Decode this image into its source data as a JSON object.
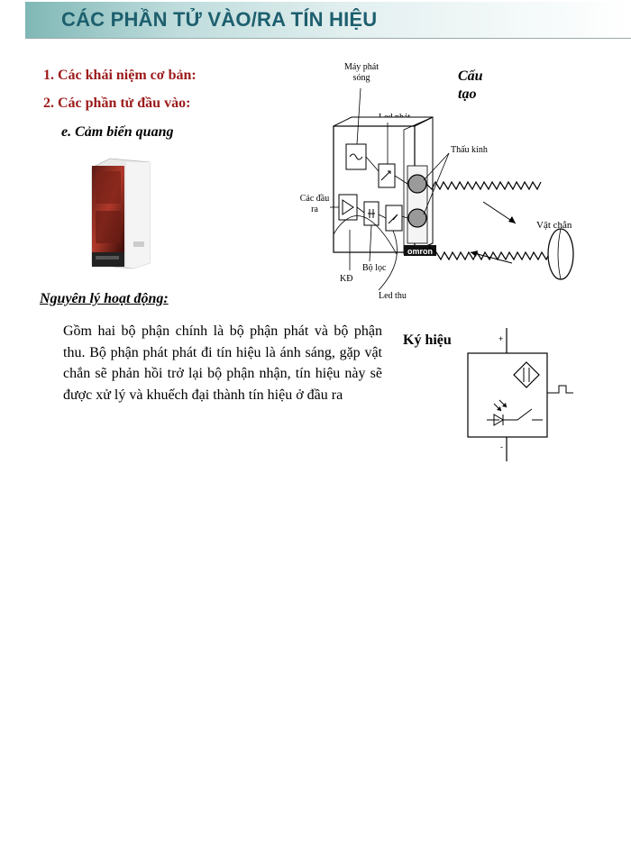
{
  "header": {
    "title": "CÁC PHẦN TỬ VÀO/RA TÍN HIỆU"
  },
  "sections": {
    "s1": "1. Các khái niệm cơ bản:",
    "s2": "2. Các phần tử đầu vào:",
    "sub": "e. Cảm biến quang",
    "principle_title": "Nguyên lý hoạt động:",
    "principle_text": "Gồm hai bộ phận chính là bộ phận phát và bộ phận thu. Bộ phận phát phát đi tín hiệu là ánh sáng, gặp vật chắn sẽ phản hồi trở lại bộ phận nhận, tín hiệu này sẽ được xử lý và khuếch đại thành tín hiệu ở đầu ra"
  },
  "diagram": {
    "heading": "Cấu tạo",
    "labels": {
      "emitter": "Máy phát sóng",
      "led_tx": "Led phát",
      "lens": "Thấu kính",
      "outputs": "Các đầu ra",
      "obstacle": "Vật chắn",
      "filter": "Bộ lọc",
      "amp": "KĐ",
      "led_rx": "Led thu",
      "brand": "omron"
    }
  },
  "symbol": {
    "heading": "Ký hiệu",
    "plus": "+",
    "minus": "-"
  },
  "colors": {
    "title": "#1d5f6e",
    "section_heading": "#9c1a1a"
  }
}
